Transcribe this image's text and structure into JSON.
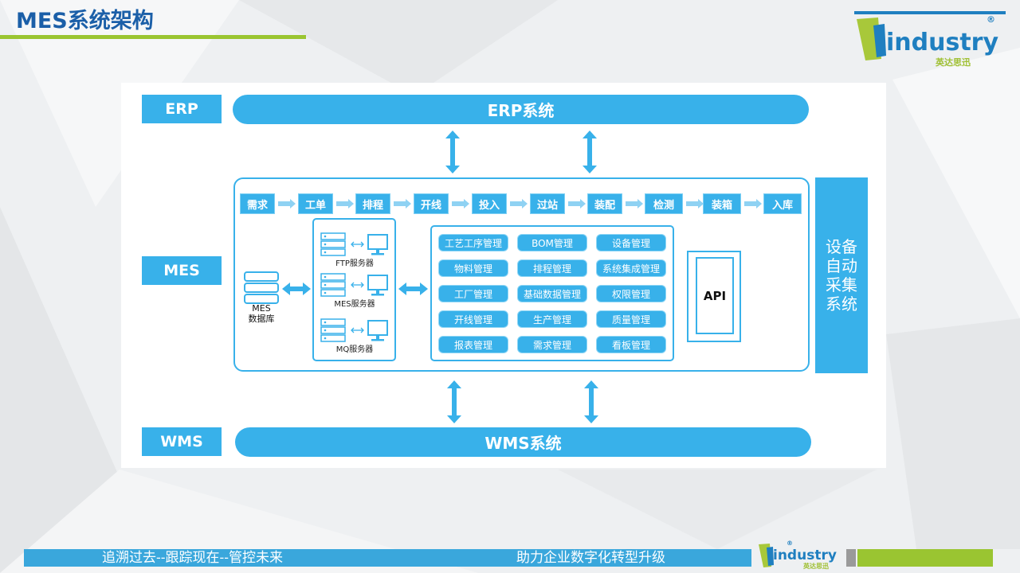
{
  "title": "MES系统架构",
  "logo": {
    "word": "industry",
    "sub": "英达思迅",
    "mark": "®"
  },
  "rows": {
    "erp_label": "ERP",
    "erp_system": "ERP系统",
    "mes_label": "MES",
    "wms_label": "WMS",
    "wms_system": "WMS系统"
  },
  "process_steps": [
    "需求",
    "工单",
    "排程",
    "开线",
    "投入",
    "过站",
    "装配",
    "检测",
    "装箱",
    "入库"
  ],
  "database": {
    "line1": "MES",
    "line2": "数据库"
  },
  "servers": [
    "FTP服务器",
    "MES服务器",
    "MQ服务器"
  ],
  "modules": [
    [
      "工艺工序管理",
      "BOM管理",
      "设备管理"
    ],
    [
      "物料管理",
      "排程管理",
      "系统集成管理"
    ],
    [
      "工厂管理",
      "基础数据管理",
      "权限管理"
    ],
    [
      "开线管理",
      "生产管理",
      "质量管理"
    ],
    [
      "报表管理",
      "需求管理",
      "看板管理"
    ]
  ],
  "api": "API",
  "equipment": "设备自动采集系统",
  "footer": {
    "left": "追溯过去--跟踪现在--管控未来",
    "right": "助力企业数字化转型升级"
  },
  "colors": {
    "accent": "#38b1ea",
    "title": "#1b5fa8",
    "green": "#9ac531"
  }
}
